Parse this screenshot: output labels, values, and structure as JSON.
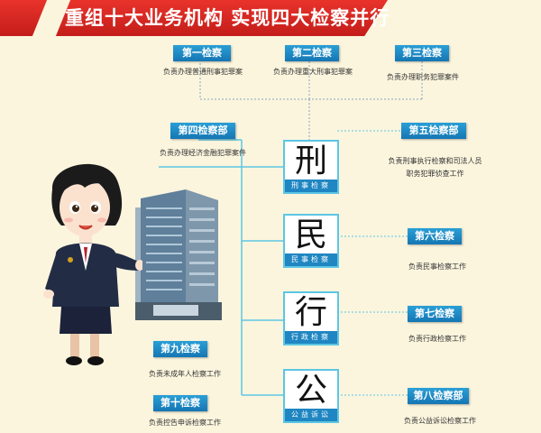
{
  "title": "重组十大业务机构 实现四大检察并行",
  "depts": {
    "d1": {
      "label": "第一检察",
      "desc": "负责办理普通刑事犯罪案"
    },
    "d2": {
      "label": "第二检察",
      "desc": "负责办理重大刑事犯罪案"
    },
    "d3": {
      "label": "第三检察",
      "desc": "负责办理职务犯罪案件"
    },
    "d4": {
      "label": "第四检察部",
      "desc": "负责办理经济金融犯罪案件"
    },
    "d5": {
      "label": "第五检察部",
      "desc1": "负责刑事执行检察和司法人员",
      "desc2": "职务犯罪侦查工作"
    },
    "d6": {
      "label": "第六检察",
      "desc": "负责民事检察工作"
    },
    "d7": {
      "label": "第七检察",
      "desc": "负责行政检察工作"
    },
    "d8": {
      "label": "第八检察部",
      "desc": "负责公益诉讼检察工作"
    },
    "d9": {
      "label": "第九检察",
      "desc": "负责未成年人检察工作"
    },
    "d10": {
      "label": "第十检察",
      "desc": "负责控告申诉检察工作"
    }
  },
  "pillars": [
    {
      "char": "刑",
      "sub": "刑事检察"
    },
    {
      "char": "民",
      "sub": "民事检察"
    },
    {
      "char": "行",
      "sub": "行政检察"
    },
    {
      "char": "公",
      "sub": "公益诉讼"
    }
  ],
  "colors": {
    "banner": "#d42a24",
    "tag": "#1f86c2",
    "line": "#5cc6e4",
    "background": "#fbf5de"
  }
}
